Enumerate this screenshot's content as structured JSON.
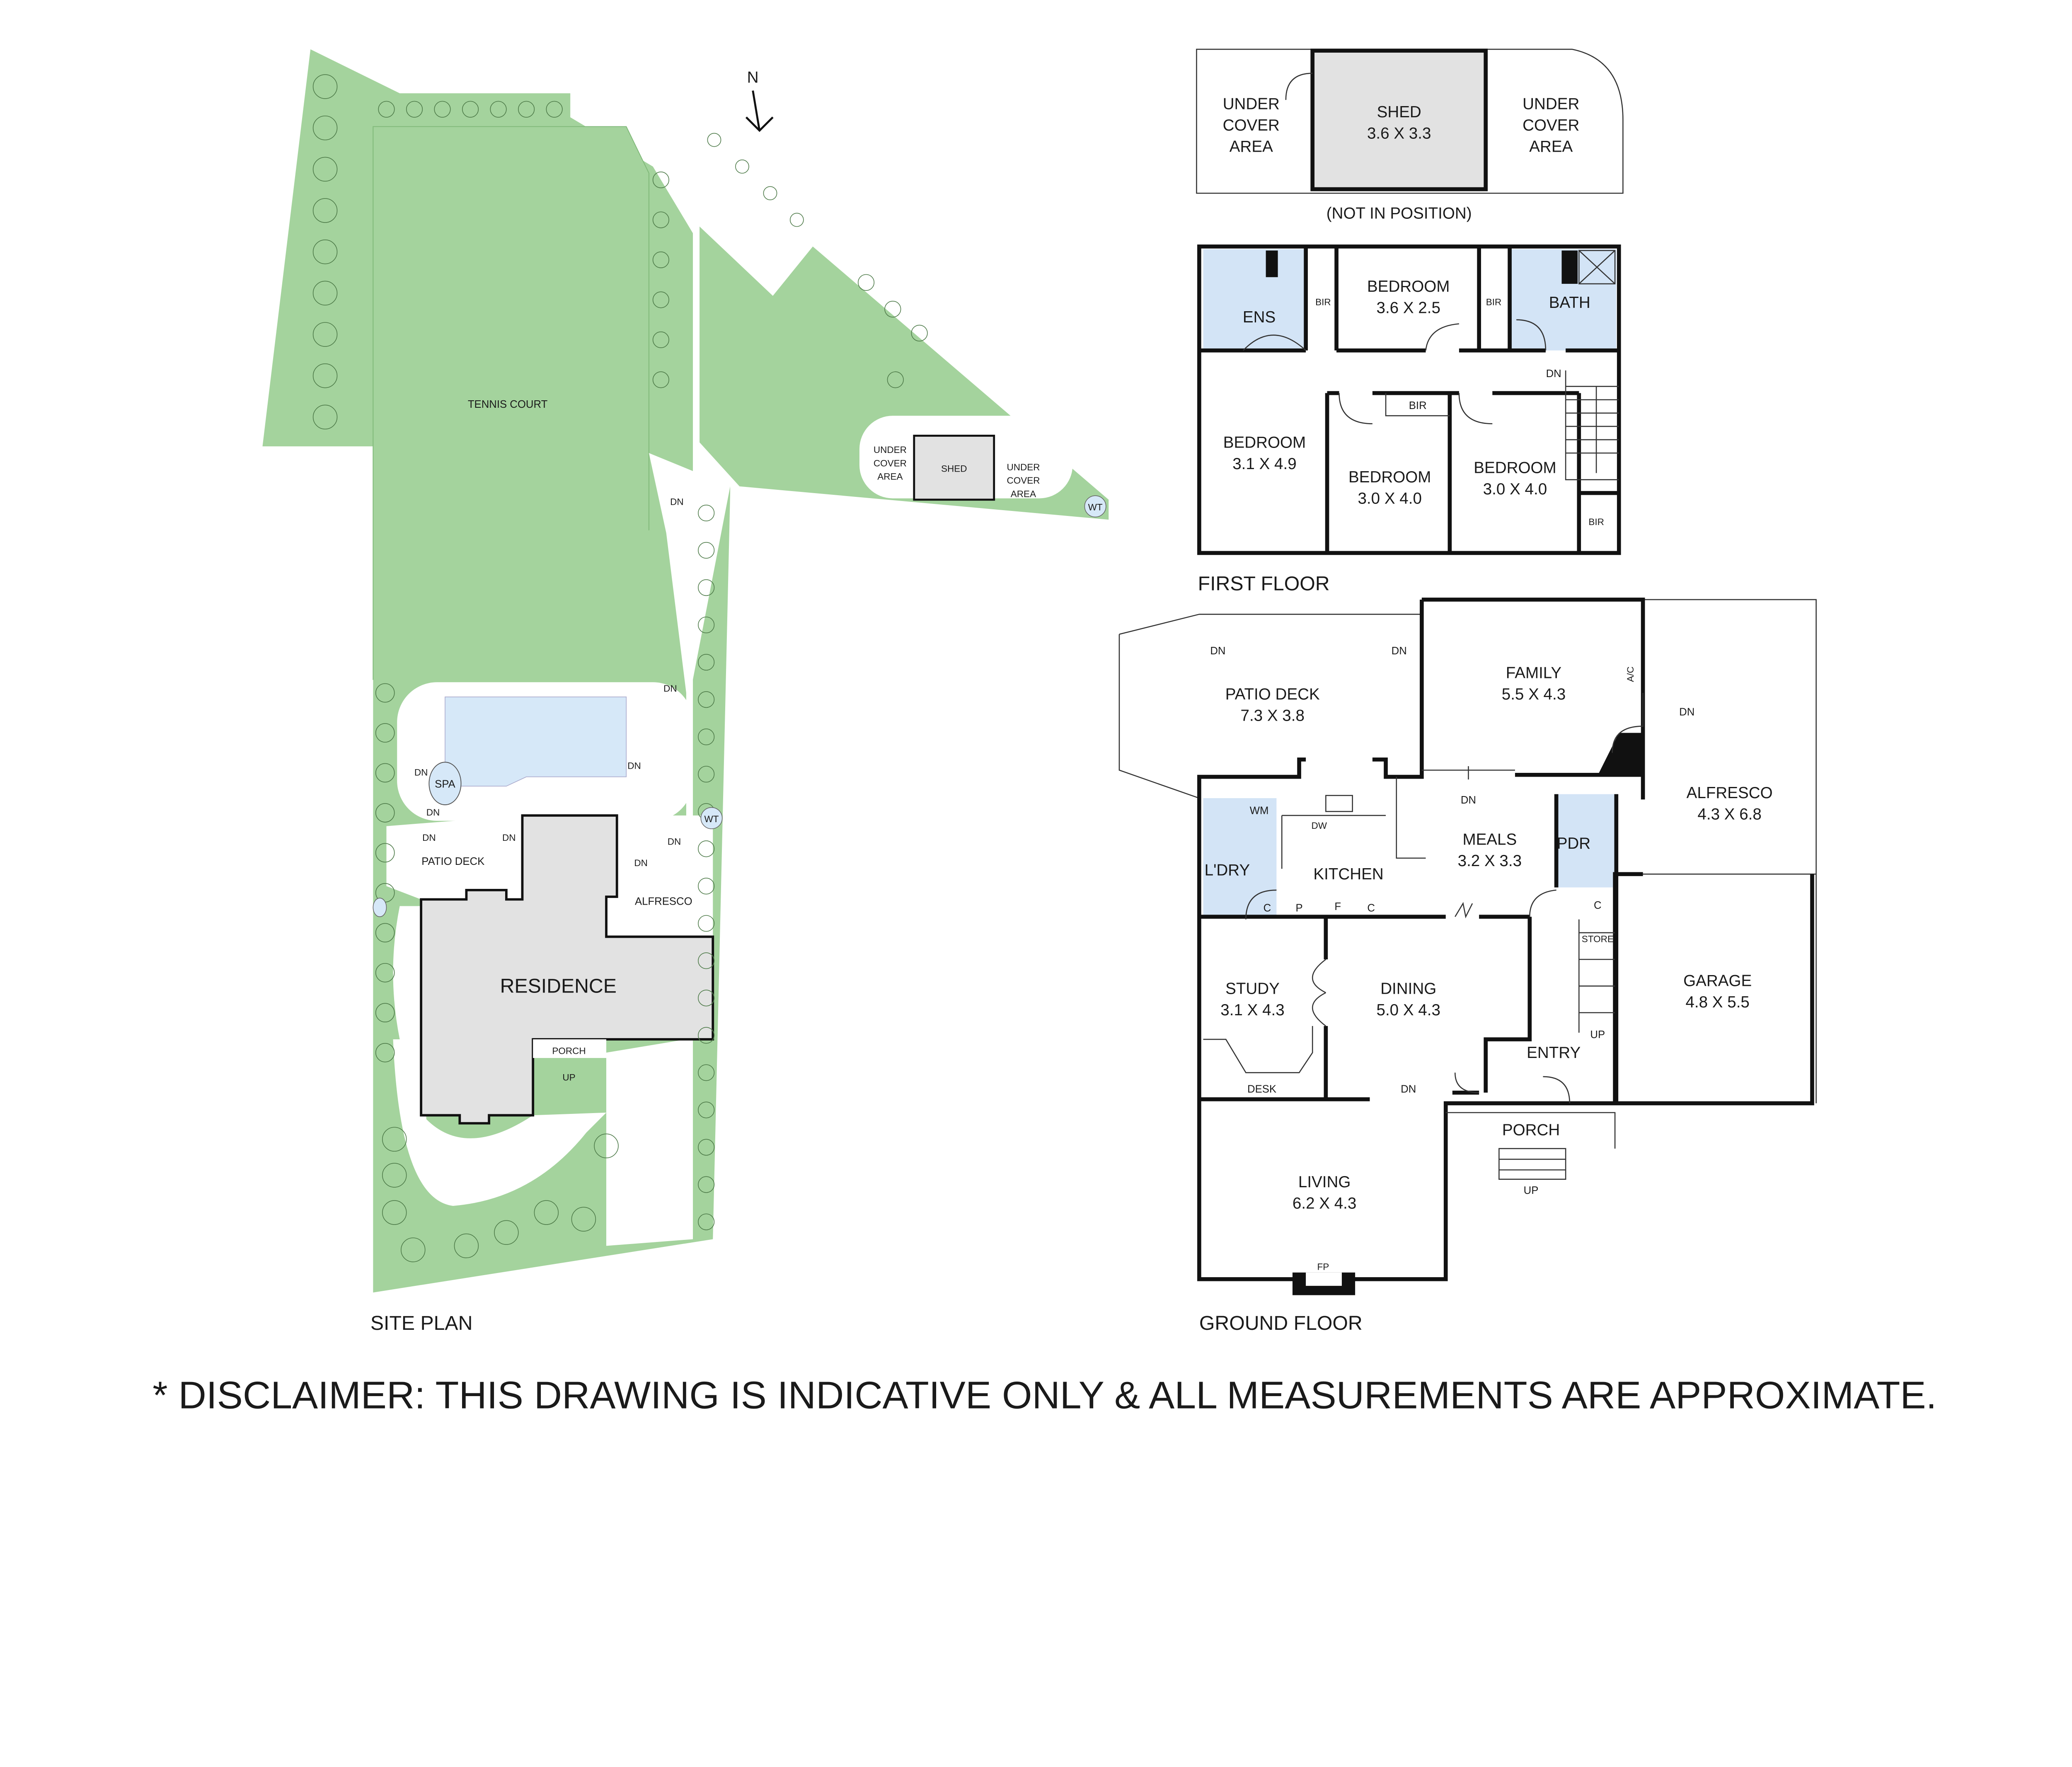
{
  "colors": {
    "lawn": "#a4d39d",
    "pool": "#d6e8f8",
    "wet_area": "#d3e4f6",
    "residence": "#e2e2e2",
    "walls": "#111111"
  },
  "site_plan": {
    "title": "SITE PLAN",
    "north": "N",
    "tennis_court": "TENNIS COURT",
    "under_cover_left": [
      "UNDER",
      "COVER",
      "AREA"
    ],
    "shed": "SHED",
    "under_cover_right": [
      "UNDER",
      "COVER",
      "AREA"
    ],
    "spa": "SPA",
    "patio_deck": "PATIO DECK",
    "alfresco": "ALFRESCO",
    "residence": "RESIDENCE",
    "porch": "PORCH",
    "water_tank": "WT",
    "down": "DN",
    "up": "UP"
  },
  "shed_plan": {
    "under_cover_left": [
      "UNDER",
      "COVER",
      "AREA"
    ],
    "shed_name": "SHED",
    "shed_size": "3.6 X 3.3",
    "under_cover_right": [
      "UNDER",
      "COVER",
      "AREA"
    ],
    "note": "(NOT IN POSITION)"
  },
  "first_floor": {
    "title": "FIRST FLOOR",
    "rooms": {
      "ens": "ENS",
      "bir": "BIR",
      "bedroom_top_name": "BEDROOM",
      "bedroom_top_size": "3.6 X 2.5",
      "bath": "BATH",
      "dn": "DN",
      "bedroom_left_name": "BEDROOM",
      "bedroom_left_size": "3.1 X 4.9",
      "bedroom_mid_name": "BEDROOM",
      "bedroom_mid_size": "3.0 X 4.0",
      "bedroom_right_name": "BEDROOM",
      "bedroom_right_size": "3.0 X 4.0"
    }
  },
  "ground_floor": {
    "title": "GROUND FLOOR",
    "rooms": {
      "patio_deck_name": "PATIO DECK",
      "patio_deck_size": "7.3 X 3.8",
      "family_name": "FAMILY",
      "family_size": "5.5 X 4.3",
      "ac": "A/C",
      "alfresco_name": "ALFRESCO",
      "alfresco_size": "4.3 X 6.8",
      "wm": "WM",
      "dw": "DW",
      "laundry": "L'DRY",
      "kitchen": "KITCHEN",
      "meals_name": "MEALS",
      "meals_size": "3.2 X 3.3",
      "pdr": "PDR",
      "c": "C",
      "p": "P",
      "f": "F",
      "store": "STORE",
      "study_name": "STUDY",
      "study_size": "3.1 X 4.3",
      "dining_name": "DINING",
      "dining_size": "5.0 X 4.3",
      "entry": "ENTRY",
      "desk": "DESK",
      "garage_name": "GARAGE",
      "garage_size": "4.8 X 5.5",
      "porch": "PORCH",
      "living_name": "LIVING",
      "living_size": "6.2 X 4.3",
      "fp": "FP",
      "dn": "DN",
      "up": "UP"
    }
  },
  "disclaimer": "* DISCLAIMER: THIS DRAWING IS INDICATIVE ONLY & ALL MEASUREMENTS ARE APPROXIMATE."
}
